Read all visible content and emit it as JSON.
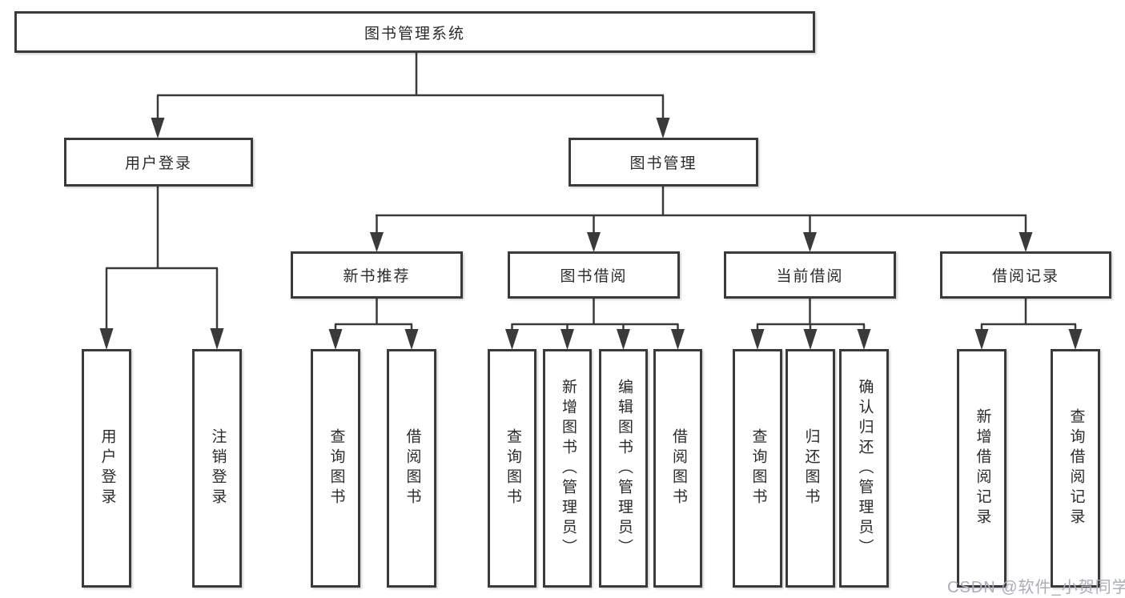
{
  "tree": {
    "label": "图书管理系统",
    "children": [
      {
        "label": "用户登录",
        "children": [
          {
            "label": "用户登录"
          },
          {
            "label": "注销登录"
          }
        ]
      },
      {
        "label": "图书管理",
        "children": [
          {
            "label": "新书推荐",
            "children": [
              {
                "label": "查询图书"
              },
              {
                "label": "借阅图书"
              }
            ]
          },
          {
            "label": "图书借阅",
            "children": [
              {
                "label": "查询图书"
              },
              {
                "label": "新增图书（管理员）"
              },
              {
                "label": "编辑图书（管理员）"
              },
              {
                "label": "借阅图书"
              }
            ]
          },
          {
            "label": "当前借阅",
            "children": [
              {
                "label": "查询图书"
              },
              {
                "label": "归还图书"
              },
              {
                "label": "确认归还（管理员）"
              }
            ]
          },
          {
            "label": "借阅记录",
            "children": [
              {
                "label": "新增借阅记录"
              },
              {
                "label": "查询借阅记录"
              }
            ]
          }
        ]
      }
    ]
  },
  "watermark": {
    "text": "CSDN @软件_小贺同学"
  },
  "colors": {
    "line": "#3a3a3a",
    "text": "#2b2b2b",
    "watermark": "#a9aeb6"
  }
}
